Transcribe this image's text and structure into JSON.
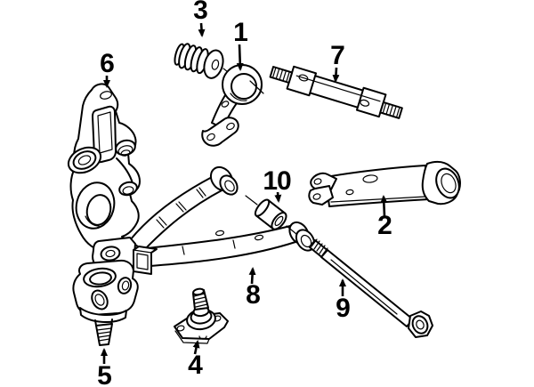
{
  "page": {
    "background_color": "#ffffff",
    "line_color": "#000000"
  },
  "callouts": [
    {
      "text": "1",
      "part": "upper-arm-bracket"
    },
    {
      "text": "2",
      "part": "lateral-arm"
    },
    {
      "text": "3",
      "part": "grooved-bushing"
    },
    {
      "text": "4",
      "part": "flanged-ball-joint"
    },
    {
      "text": "5",
      "part": "lower-ball-joint"
    },
    {
      "text": "6",
      "part": "steering-knuckle"
    },
    {
      "text": "7",
      "part": "pivot-shaft"
    },
    {
      "text": "8",
      "part": "lower-control-arm"
    },
    {
      "text": "9",
      "part": "through-bolt"
    },
    {
      "text": "10",
      "part": "cylindrical-bushing"
    }
  ]
}
